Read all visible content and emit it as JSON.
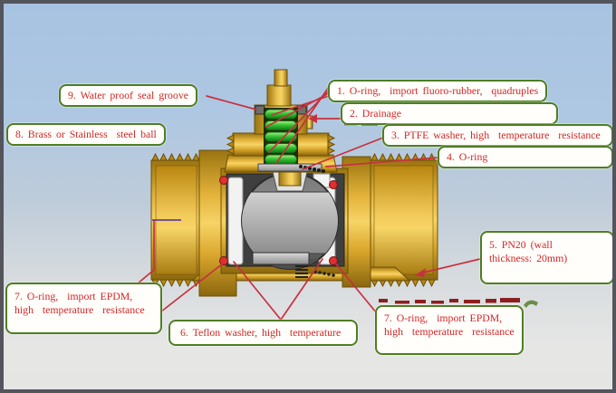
{
  "figure": {
    "type": "technical cross-section diagram",
    "subject": "Brass ball valve cutaway with numbered part callouts",
    "colors": {
      "background_top": "#a7c3e1",
      "background_bottom": "#e5e5e4",
      "frame": "#53545c",
      "callout_border_green": "#4e7e22",
      "callout_text_red": "#d22626",
      "leader_line_red": "#c8303f",
      "brass_body": "#e2b23a",
      "ball_gray": "#7d7d7d",
      "stem_seal_green": "#35c335",
      "oring_red": "#e03030",
      "centerline_purple": "#4b2e9e"
    }
  },
  "callouts": [
    {
      "id": "1",
      "text": "1. O-ring,  import fluoro-rubber,  quadruples"
    },
    {
      "id": "2",
      "text": "2. Drainage"
    },
    {
      "id": "3",
      "text": "3. PTFE washer, high  temperature  resistance"
    },
    {
      "id": "4",
      "text": "4. O-ring"
    },
    {
      "id": "5",
      "lines": [
        "5. PN20 (wall",
        "thickness: 20mm)"
      ]
    },
    {
      "id": "6",
      "text": "6. Teflon washer, high  temperature"
    },
    {
      "id": "7L",
      "lines": [
        "7. O-ring,  import EPDM,",
        "high  temperature  resistance"
      ]
    },
    {
      "id": "7R",
      "lines": [
        "7. O-ring,  import EPDM,",
        "high  temperature  resistance"
      ]
    },
    {
      "id": "8",
      "text": "8. Brass or Stainless  steel ball"
    },
    {
      "id": "9",
      "text": "9. Water proof seal groove"
    }
  ],
  "diagram_parts": [
    "valve-stem",
    "gland-nut",
    "waterproof-seal-groove",
    "stem-o-ring-stack",
    "bonnet",
    "valve-body",
    "ball",
    "ball-bore",
    "ptfe-seat-left",
    "ptfe-seat-right",
    "corner-o-rings",
    "left-threaded-port",
    "right-threaded-port",
    "drain-port",
    "bottom-teflon-washer",
    "drain-spring",
    "centerline"
  ]
}
